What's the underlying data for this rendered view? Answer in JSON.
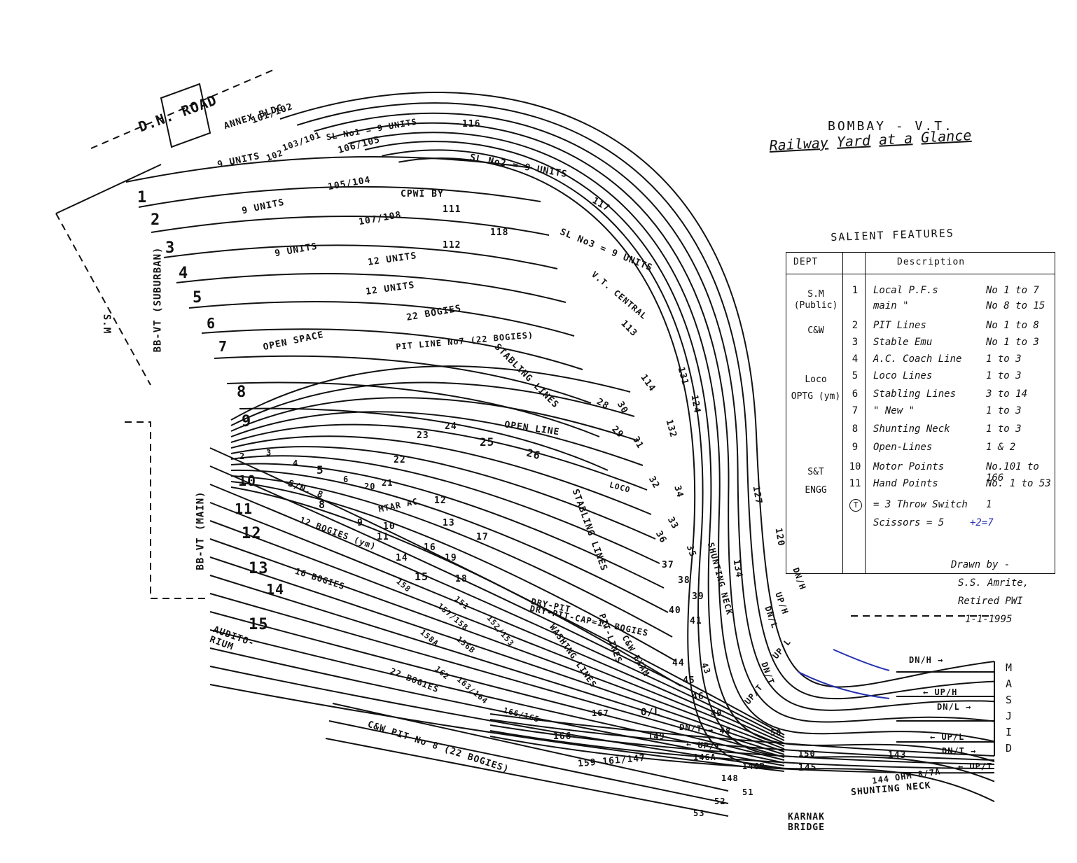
{
  "title": "BOMBAY - V.T.",
  "subtitle": {
    "w1": "Railway",
    "w2": "Yard",
    "w3": "at a",
    "w4": "Glance"
  },
  "salient": {
    "heading": "SALIENT FEATURES",
    "col_dept": "DEPT",
    "col_desc": "Description",
    "depts": [
      {
        "name": "S.M (Public)"
      },
      {
        "name": "C&W"
      },
      {
        "name": "Loco"
      },
      {
        "name": "OPTG (ym)"
      },
      {
        "name": "S&T"
      },
      {
        "name": "ENGG"
      }
    ],
    "rows": [
      {
        "no": "1",
        "desc": "Local P.F.s",
        "range": "No 1 to 7"
      },
      {
        "no": "",
        "desc": "main  \"",
        "range": "No 8 to 15"
      },
      {
        "no": "2",
        "desc": "PIT Lines",
        "range": "No 1 to 8"
      },
      {
        "no": "3",
        "desc": "Stable Emu",
        "range": "No 1 to 3"
      },
      {
        "no": "4",
        "desc": "A.C. Coach Line",
        "range": "1 to 3"
      },
      {
        "no": "5",
        "desc": "Loco Lines",
        "range": "1 to 3"
      },
      {
        "no": "6",
        "desc": "Stabling Lines",
        "range": "3 to 14"
      },
      {
        "no": "7",
        "desc": "\"  New  \"",
        "range": "1 to 3"
      },
      {
        "no": "8",
        "desc": "Shunting Neck",
        "range": "1 to 3"
      },
      {
        "no": "9",
        "desc": "Open-Lines",
        "range": "1 & 2"
      },
      {
        "no": "10",
        "desc": "Motor Points",
        "range": "No.101 to 166"
      },
      {
        "no": "11",
        "desc": "Hand Points",
        "range": "No. 1 to 53"
      },
      {
        "no": "T",
        "desc": "= 3 Throw Switch",
        "range": "1"
      },
      {
        "no": "",
        "desc": "Scissors = 5",
        "range": "+2=7"
      }
    ]
  },
  "credit": {
    "line1": "Drawn by -",
    "line2": "S.S. Amrite,",
    "line3": "Retired PWI",
    "line4": "1-1-1995"
  },
  "masjid": [
    "M",
    "A",
    "S",
    "J",
    "I",
    "D"
  ],
  "labels": {
    "dn_road": "D.N. ROAD",
    "annex": "ANNEX BLDG",
    "bbvt_sub": "BB-VT (SUBURBAN)",
    "bbvt_main": "BB-VT (MAIN)",
    "sm": "S.M",
    "auditorium": "AUDITO-RIUM",
    "p1": "1",
    "p2": "2",
    "p3": "3",
    "p4": "4",
    "p5": "5",
    "p6": "6",
    "p7": "7",
    "p8": "8",
    "p9": "9",
    "p10": "10",
    "p11": "11",
    "p12": "12",
    "p13": "13",
    "p14": "14",
    "p15": "15",
    "u9a": "9 UNITS",
    "u9b": "9 UNITS",
    "u9c": "9 UNITS",
    "u12a": "12 UNITS",
    "u12b": "12 UNITS",
    "open_space": "OPEN SPACE",
    "b22": "22 BOGIES",
    "pit7": "PIT LINE No7 (22 BOGIES)",
    "stabling1": "STABLING LINES",
    "stabling2": "STABLING LINES",
    "open_line": "OPEN LINE",
    "sn8": "S/N. 8",
    "b12": "12 BOGIES (ym)",
    "b16": "16 BOGIES",
    "b22b": "22 BOGIES",
    "cw_pit8": "C&W PIT No 8 (22 BOGIES)",
    "sl1": "SL No1 = 9 UNITS",
    "sl2": "SL No2 = 9 UNITS",
    "sl3": "SL No3 = 9 UNITS",
    "cpwi": "CPWI BY",
    "vt_central": "V.T. CENTRAL",
    "shunting_neck_v": "SHUNTING NECK",
    "shunting_neck": "SHUNTING NECK",
    "karnak": "KARNAK BRIDGE",
    "dry_pit": "DRY-PIT",
    "dry_pit_cap": "DRY-PIT-CAP=12 BOGIES",
    "washing": "WASHING LINES",
    "pit_lines": "PIT-LINES",
    "cw_exam": "C&W EXAM",
    "ol": "O/L",
    "mtar": "MTAR AC",
    "loco": "LOCO",
    "dn_h1": "DN/H",
    "up_h1": "UP/H",
    "dn_l1": "DN/L",
    "up_l1": "UP/L",
    "dn_t1": "DN/T",
    "up_t1": "UP/T",
    "dn_h2": "DN/H →",
    "up_h2": "← UP/H",
    "dn_l2": "DN/L →",
    "up_l2": "← UP/L",
    "dn_t2": "DN/T →",
    "up_t2": "← UP/T",
    "dn_t3": "DN/T → 48",
    "up_t3": "← UP/T",
    "ohm": "144 OHM 8/7A",
    "n101": "101/102",
    "n103": "103/101",
    "n102": "102",
    "n116": "116",
    "n106": "106/105",
    "n105": "105/104",
    "n107": "107/108",
    "n111": "111",
    "n112": "112",
    "n118": "118",
    "n117": "117",
    "n113": "113",
    "n114": "114",
    "n131": "131",
    "n124": "124",
    "n132": "132",
    "n134": "134",
    "n120": "120",
    "n127": "127",
    "n143": "143",
    "n145": "145",
    "n146a": "146A",
    "n146b": "146B",
    "n148": "148",
    "n149": "149",
    "n150": "150",
    "n159": "159 161/147",
    "n166": "166",
    "n167": "167",
    "n166b": "166/165",
    "n162": "162",
    "n163": "163/164",
    "n158a": "158A",
    "n158": "158",
    "n156": "156B",
    "n152": "152/153",
    "n151": "151",
    "n157": "157/158",
    "n51": "51",
    "n52": "52",
    "n53": "53",
    "n50": "50",
    "n49": "49",
    "n46": "46",
    "n45": "45",
    "n44": "44",
    "n43": "43",
    "n40": "40",
    "n41": "41",
    "n39": "39",
    "n38": "38",
    "n37": "37",
    "n36": "36",
    "n35": "35",
    "n34": "34",
    "n33": "33",
    "n32": "32",
    "n31": "31",
    "n30": "30",
    "n29": "29",
    "n28": "28",
    "n26": "26",
    "n25": "25",
    "n24": "24",
    "n23": "23",
    "n22": "22",
    "n21": "21",
    "n20": "20",
    "n19": "19",
    "n18": "18",
    "n17": "17",
    "n16": "16",
    "n15": "15",
    "n14": "14",
    "n13": "13",
    "n12": "12",
    "n11": "11",
    "n10": "10",
    "n9": "9",
    "n8": "8",
    "n6": "6",
    "n5": "5",
    "n4": "4",
    "n3": "3",
    "n2": "2"
  }
}
